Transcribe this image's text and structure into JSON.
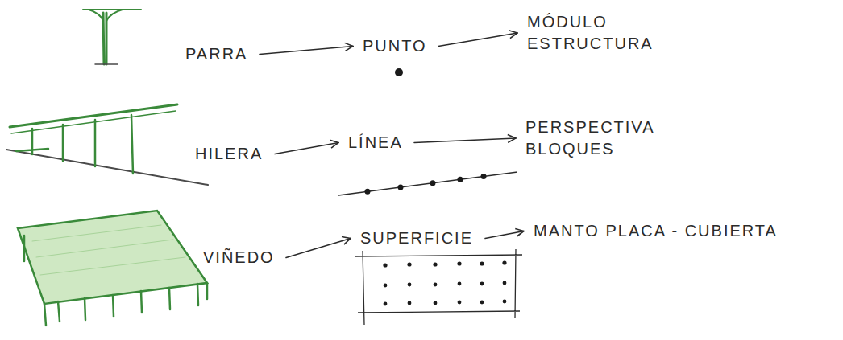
{
  "diagram": {
    "nodes": [
      {
        "text": [
          "PARRA"
        ]
      },
      {
        "text": [
          "PUNTO"
        ]
      },
      {
        "text": [
          "MÓDULO ESTRUCTURA"
        ]
      },
      {
        "text": [
          "HILERA"
        ]
      },
      {
        "text": [
          "LÍNEA"
        ]
      },
      {
        "text": [
          "PERSPECTIVA BLOQUES"
        ]
      },
      {
        "text": [
          "VIÑEDO"
        ]
      },
      {
        "text": [
          "SUPERFICIE"
        ]
      },
      {
        "text": [
          "MANTO PLACA - CUBIERTA"
        ]
      }
    ],
    "edges": [
      {
        "from": 0,
        "to": 1,
        "arrow": "to"
      },
      {
        "from": 1,
        "to": 2,
        "arrow": "to"
      },
      {
        "from": 3,
        "to": 4,
        "arrow": "to"
      },
      {
        "from": 4,
        "to": 5,
        "arrow": "to"
      },
      {
        "from": 6,
        "to": 7,
        "arrow": "to"
      },
      {
        "from": 7,
        "to": 8,
        "arrow": "to"
      }
    ]
  }
}
